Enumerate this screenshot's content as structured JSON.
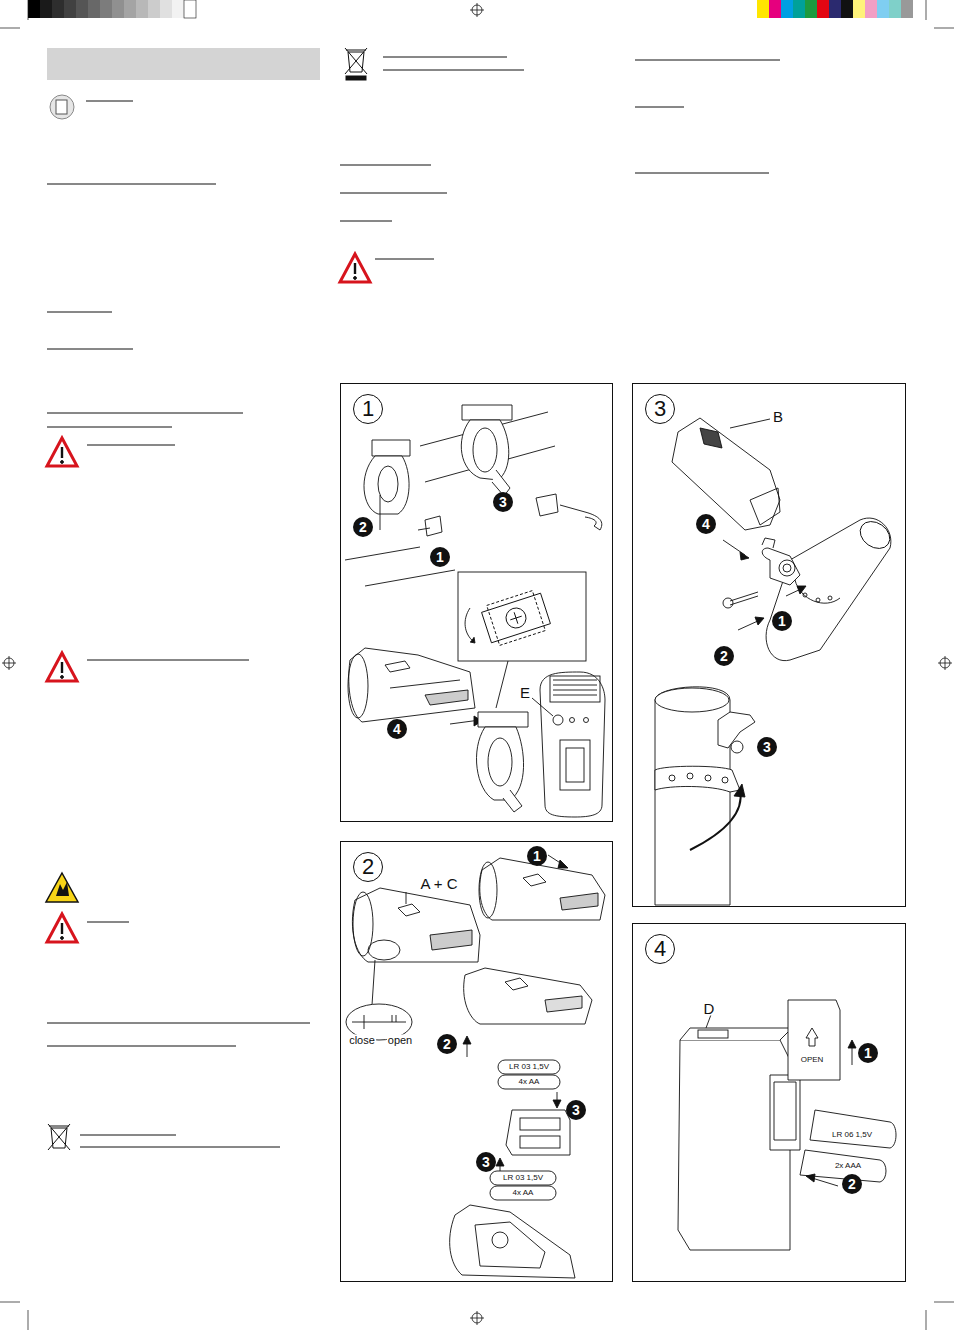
{
  "diagram": {
    "nodes": [
      {
        "text": [
          "1"
        ]
      },
      {
        "text": [
          "2"
        ]
      },
      {
        "text": [
          "3"
        ]
      },
      {
        "text": [
          "4"
        ]
      }
    ],
    "labels": [
      "1",
      "2",
      "3",
      "4",
      "E",
      "A + C",
      "1",
      "close",
      "open",
      "2",
      "LR 03 1,5V",
      "4x AA",
      "3",
      "3",
      "LR 03 1,5V",
      "4x AA",
      "B",
      "4",
      "1",
      "2",
      "3",
      "D",
      "OPEN",
      "1",
      "LR 06 1,5V",
      "2x AAA",
      "2"
    ]
  }
}
